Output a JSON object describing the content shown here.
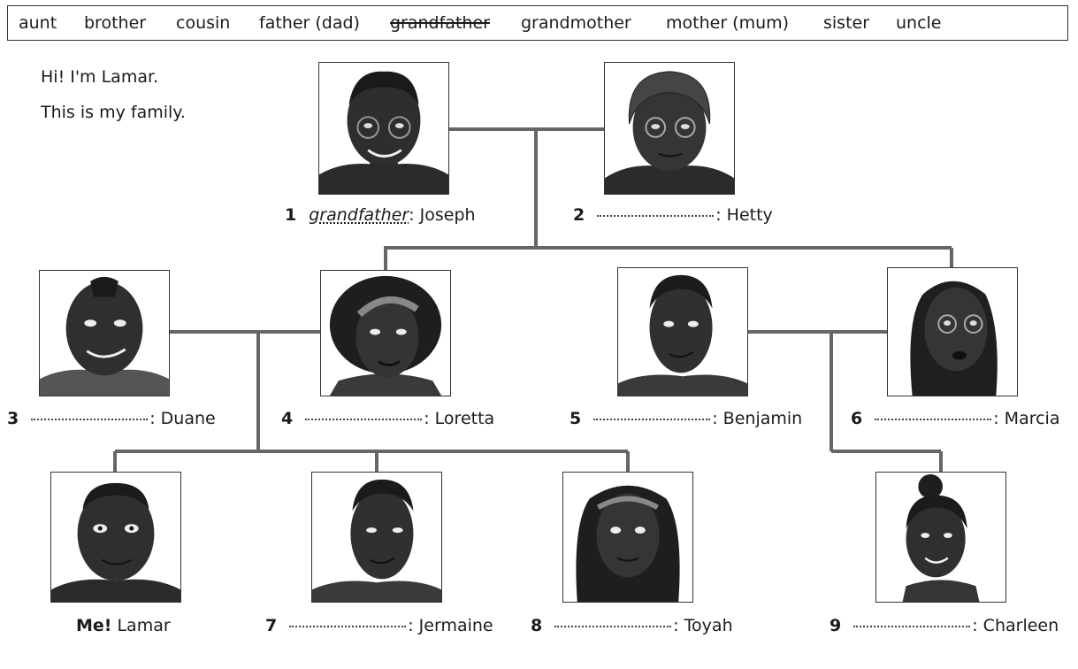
{
  "word_bank": [
    {
      "text": "aunt",
      "struck": false
    },
    {
      "text": "brother",
      "struck": false
    },
    {
      "text": "cousin",
      "struck": false
    },
    {
      "text": "father (dad)",
      "struck": false
    },
    {
      "text": "grandfather",
      "struck": true
    },
    {
      "text": "grandmother",
      "struck": false
    },
    {
      "text": "mother (mum)",
      "struck": false
    },
    {
      "text": "sister",
      "struck": false
    },
    {
      "text": "uncle",
      "struck": false
    }
  ],
  "intro": {
    "line1": "Hi! I'm Lamar.",
    "line2": "This is my family."
  },
  "members": [
    {
      "num": "1",
      "answer": "grandfather",
      "name": ": Joseph"
    },
    {
      "num": "2",
      "answer": "",
      "name": ": Hetty"
    },
    {
      "num": "3",
      "answer": "",
      "name": ": Duane"
    },
    {
      "num": "4",
      "answer": "",
      "name": ": Loretta"
    },
    {
      "num": "5",
      "answer": "",
      "name": ": Benjamin"
    },
    {
      "num": "6",
      "answer": "",
      "name": ": Marcia"
    },
    {
      "num": "7",
      "answer": "",
      "name": ": Jermaine"
    },
    {
      "num": "8",
      "answer": "",
      "name": ": Toyah"
    },
    {
      "num": "9",
      "answer": "",
      "name": ": Charleen"
    }
  ],
  "self": {
    "label": "Me!",
    "name": "Lamar"
  }
}
